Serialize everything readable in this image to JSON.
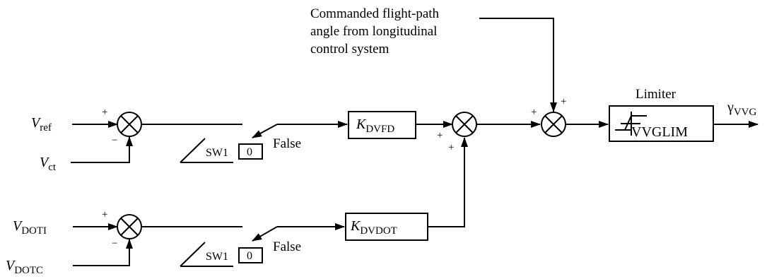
{
  "annotation": {
    "line1": "Commanded flight-path",
    "line2": "angle from longitudinal",
    "line3": "control system"
  },
  "inputs": {
    "vref": {
      "main": "V",
      "sub": "ref"
    },
    "vct": {
      "main": "V",
      "sub": "ct"
    },
    "vdoti": {
      "main": "V",
      "sub": "DOTI"
    },
    "vdotc": {
      "main": "V",
      "sub": "DOTC"
    }
  },
  "switches": {
    "top": {
      "label": "SW1",
      "constant": "0",
      "false_label": "False"
    },
    "bottom": {
      "label": "SW1",
      "constant": "0",
      "false_label": "False"
    }
  },
  "gains": {
    "dvfd": {
      "main": "K",
      "sub": "DVFD"
    },
    "dvdot": {
      "main": "K",
      "sub": "DVDOT"
    }
  },
  "limiter": {
    "title": "Limiter",
    "label": "VVGLIM"
  },
  "output": {
    "main": "γ",
    "sub": "VVG"
  },
  "signs": {
    "plus": "+",
    "minus": "−"
  }
}
